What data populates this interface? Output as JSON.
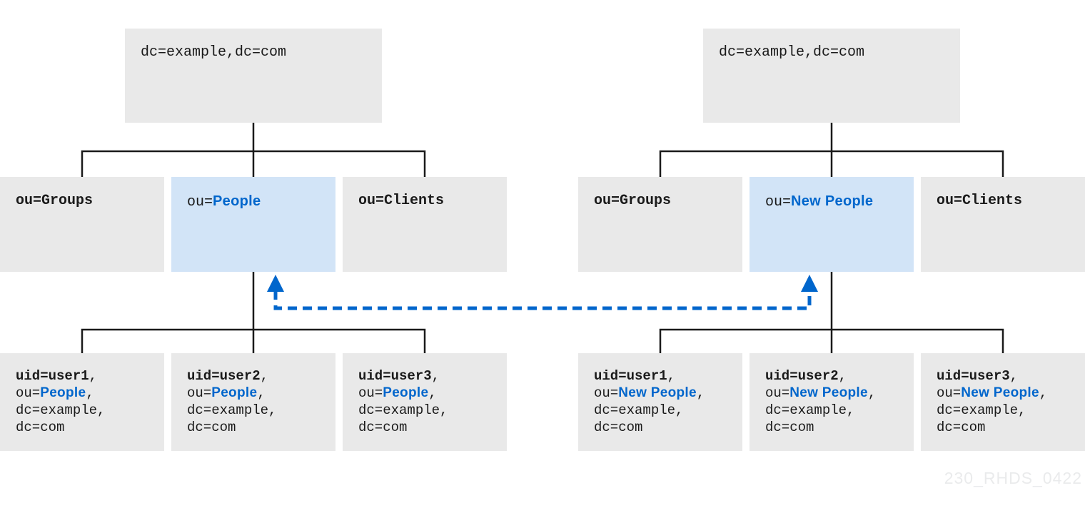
{
  "colors": {
    "box_gray": "#e9e9e9",
    "box_highlight": "#d2e4f7",
    "accent_blue": "#0066cc",
    "line_black": "#1a1a1a",
    "text_dark": "#1a1a1a",
    "watermark_gray": "#eaebec"
  },
  "punct": {
    "comma": ","
  },
  "watermark": "230_RHDS_0422",
  "left_tree": {
    "root": "dc=example,dc=com",
    "groups": "ou=Groups",
    "people_prefix": "ou=",
    "people_name": "People",
    "clients": "ou=Clients",
    "users": [
      {
        "uid": "uid=user1",
        "ou_prefix": "ou=",
        "ou_name": "People",
        "dc1": "dc=example,",
        "dc2": "dc=com"
      },
      {
        "uid": "uid=user2",
        "ou_prefix": "ou=",
        "ou_name": "People",
        "dc1": "dc=example,",
        "dc2": "dc=com"
      },
      {
        "uid": "uid=user3",
        "ou_prefix": "ou=",
        "ou_name": "People",
        "dc1": "dc=example,",
        "dc2": "dc=com"
      }
    ]
  },
  "right_tree": {
    "root": "dc=example,dc=com",
    "groups": "ou=Groups",
    "people_prefix": "ou=",
    "people_name": "New People",
    "clients": "ou=Clients",
    "users": [
      {
        "uid": "uid=user1",
        "ou_prefix": "ou=",
        "ou_name": "New People",
        "dc1": "dc=example,",
        "dc2": "dc=com"
      },
      {
        "uid": "uid=user2",
        "ou_prefix": "ou=",
        "ou_name": "New People",
        "dc1": "dc=example,",
        "dc2": "dc=com"
      },
      {
        "uid": "uid=user3",
        "ou_prefix": "ou=",
        "ou_name": "New People",
        "dc1": "dc=example,",
        "dc2": "dc=com"
      }
    ]
  }
}
